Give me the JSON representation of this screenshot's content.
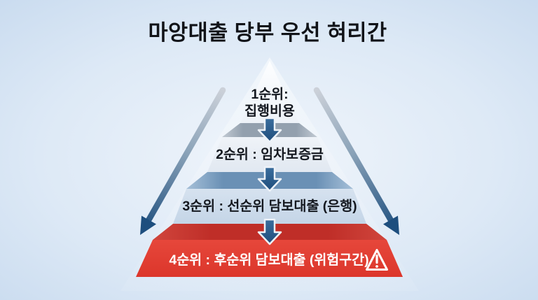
{
  "title": "마앙대출 당부 우선 혀리간",
  "pyramid": {
    "level1": {
      "line1": "1순위:",
      "line2": "집행비용"
    },
    "level2": {
      "label": "2순위 : 임차보증금"
    },
    "level3": {
      "label": "3순위 : 선순위 담보대출 (은행)"
    },
    "level4": {
      "label": "4순위 : 후순위 담보대출 (위험구간)"
    }
  },
  "icons": {
    "warning": "warning-triangle-icon",
    "flow_arrows": "down-arrow-icon",
    "side_arrows": "diagonal-down-arrow-icon"
  },
  "colors": {
    "background_edge": "#c6d9ee",
    "background_center": "#f0f5fb",
    "title_text": "#111318",
    "level_text_dark": "#14181f",
    "level_text_light": "#ffffff",
    "level1_face": "#fdfeff",
    "step_bevel_gray": "#93a0ae",
    "level2_face": "#e8eef5",
    "step_bevel_blue": "#6a90b5",
    "level3_face": "#cdddec",
    "danger_bevel_red": "#bf2e28",
    "danger_face_red": "#e03a2f",
    "flow_arrow_blue": "#2c5d8d",
    "side_arrow_dark": "#1d4e7e",
    "side_arrow_light": "#ccd1d9"
  }
}
